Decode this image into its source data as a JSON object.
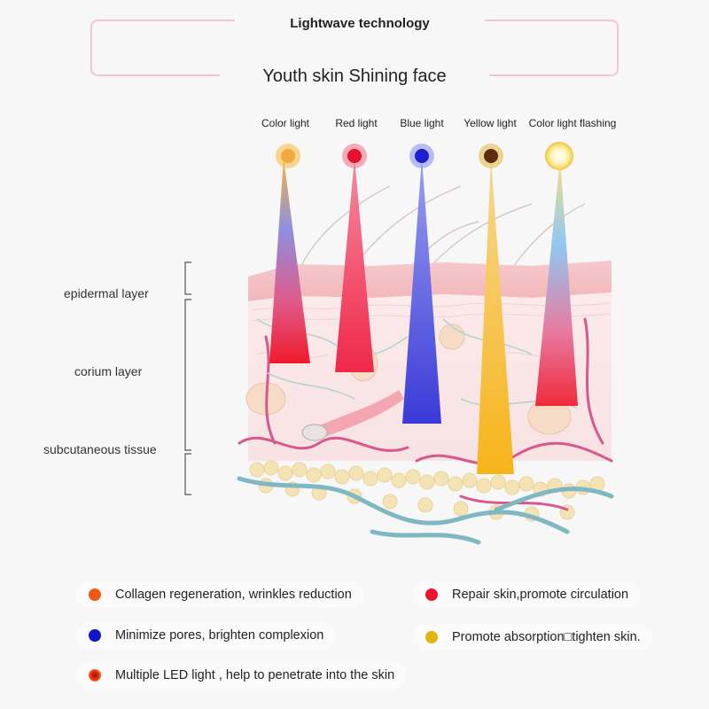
{
  "header": {
    "title": "Lightwave technology",
    "subtitle": "Youth skin Shining face"
  },
  "lights": [
    {
      "label": "Color light",
      "color": "#f0a93a"
    },
    {
      "label": "Red light",
      "color": "#e8102c"
    },
    {
      "label": "Blue light",
      "color": "#1c1ed0"
    },
    {
      "label": "Yellow light",
      "color": "#5a2e0c"
    },
    {
      "label": "Color light flashing",
      "color": "#fff7c8"
    }
  ],
  "layers": {
    "epidermal": "epidermal layer",
    "corium": "corium layer",
    "subcutaneous": "subcutaneous tissue"
  },
  "legend": [
    {
      "text": "Collagen regeneration, wrinkles reduction",
      "color": "#ee5a16"
    },
    {
      "text": "Repair skin,promote circulation",
      "color": "#ee1230"
    },
    {
      "text": "Minimize pores, brighten complexion",
      "color": "#1015c8"
    },
    {
      "text": "Promote absorption□tighten skin.",
      "color": "#e0b40a"
    },
    {
      "text": "Multiple LED light , help to penetrate into the skin",
      "color": "#e22a10"
    }
  ]
}
